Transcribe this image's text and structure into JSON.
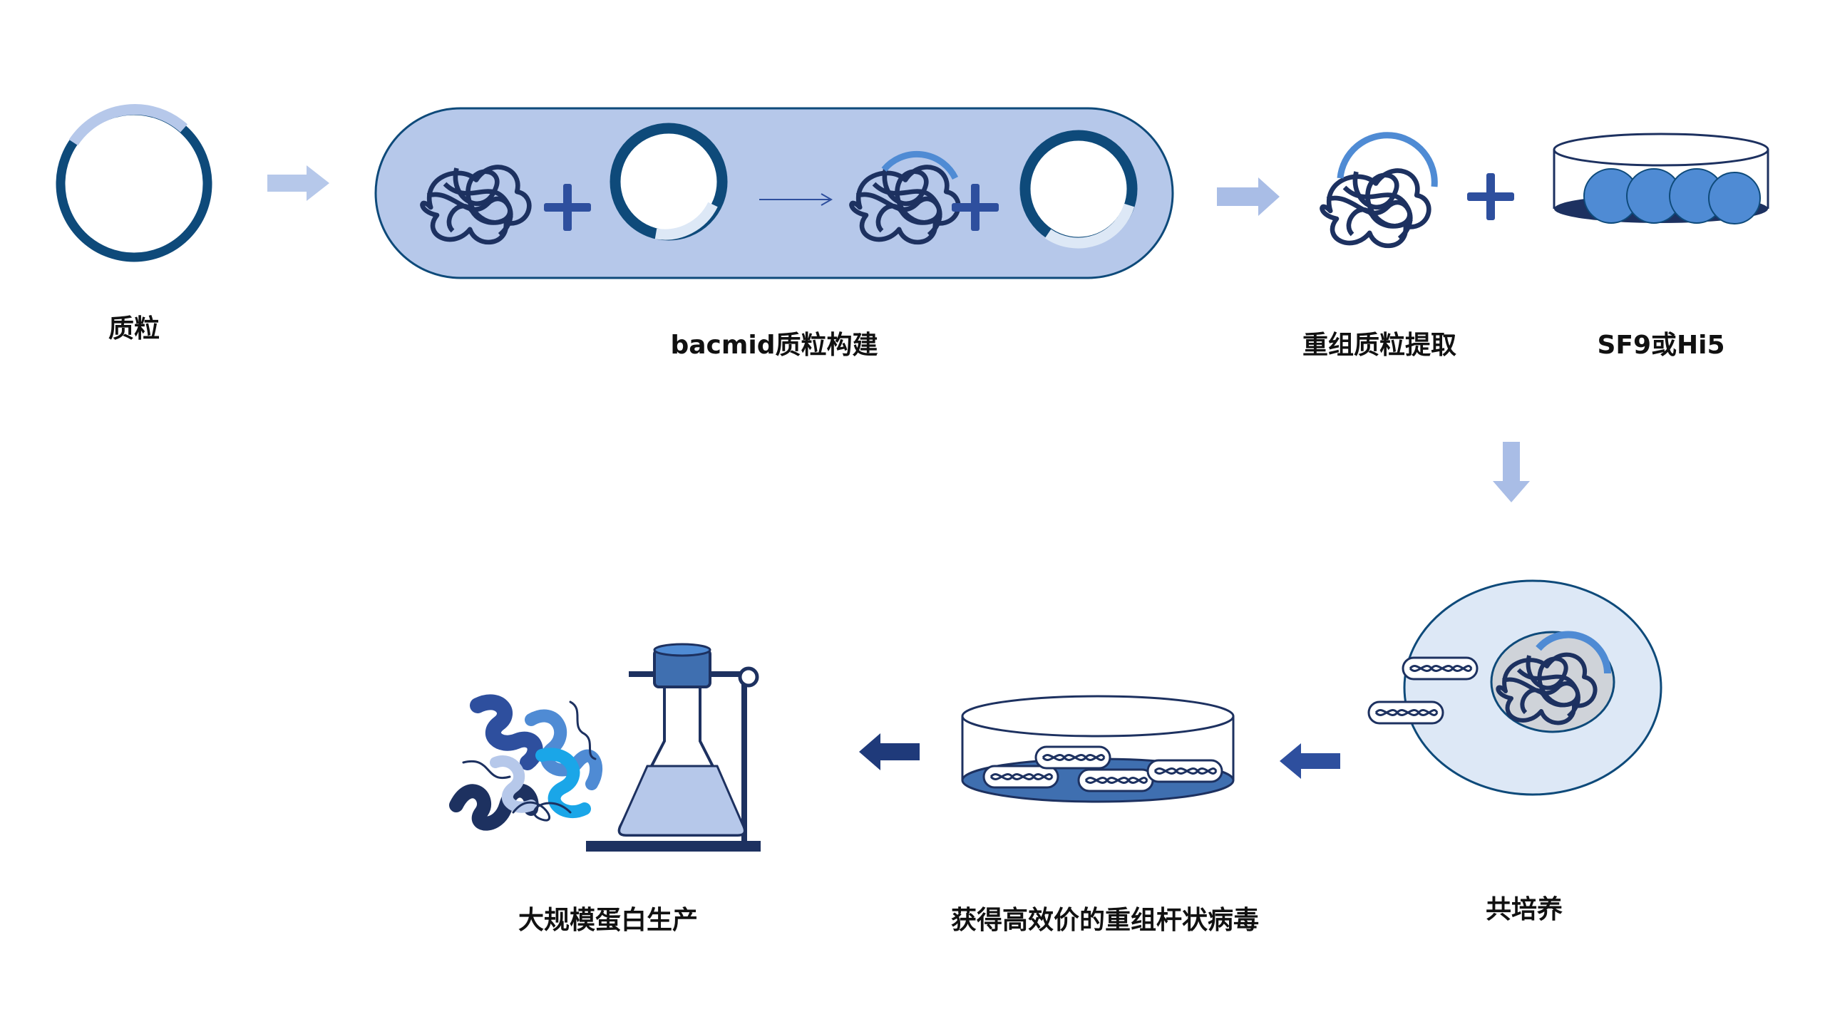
{
  "labels": {
    "plasmid": "质粒",
    "bacmid": "bacmid质粒构建",
    "extract": "重组质粒提取",
    "cells": "SF9或Hi5",
    "cotransfect": "共培养",
    "virus": "获得高效价的重组杆状病毒",
    "production": "大规模蛋白生产"
  },
  "colors": {
    "dark_blue": "#0e4a7a",
    "navy_strand": "#1d3160",
    "light_ring": "#b6c8ea",
    "capsule_fill": "#b6c8ea",
    "arrow_light": "#a9bde6",
    "plus_blue": "#2e4f9e",
    "cell_blue": "#4f8bd4",
    "cell_fill": "#dde8f6",
    "nucleus_gray": "#cfd3d9",
    "arrow_dark": "#1f3a7a"
  }
}
